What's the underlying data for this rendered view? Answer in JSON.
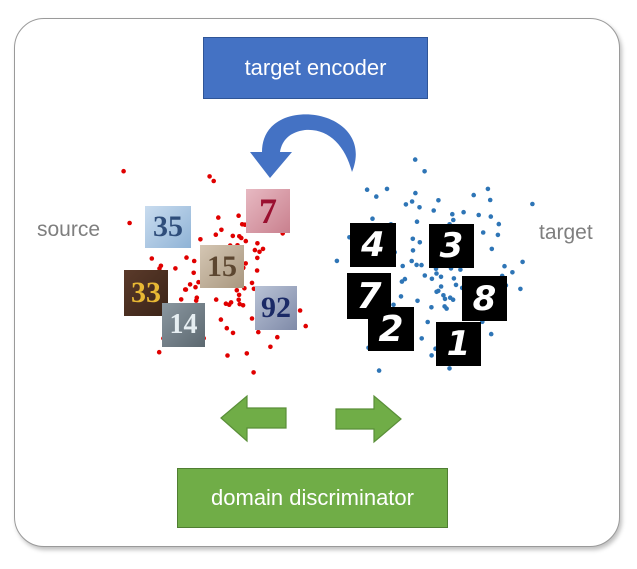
{
  "labels": {
    "target_encoder": "target encoder",
    "domain_discriminator": "domain discriminator",
    "source": "source",
    "target": "target"
  },
  "colors": {
    "source_dots": "#e00000",
    "target_dots": "#2e75b6",
    "encoder_box": "#4472c4",
    "discriminator_box": "#70ad47",
    "arrow_blue": "#4472c4",
    "arrow_green": "#70ad47"
  },
  "source_images": [
    {
      "digits": "35"
    },
    {
      "digits": "7"
    },
    {
      "digits": "15"
    },
    {
      "digits": "33"
    },
    {
      "digits": "14"
    },
    {
      "digits": "92"
    }
  ],
  "target_images": [
    {
      "digit": "4"
    },
    {
      "digit": "3"
    },
    {
      "digit": "7"
    },
    {
      "digit": "8"
    },
    {
      "digit": "2"
    },
    {
      "digit": "1"
    }
  ]
}
